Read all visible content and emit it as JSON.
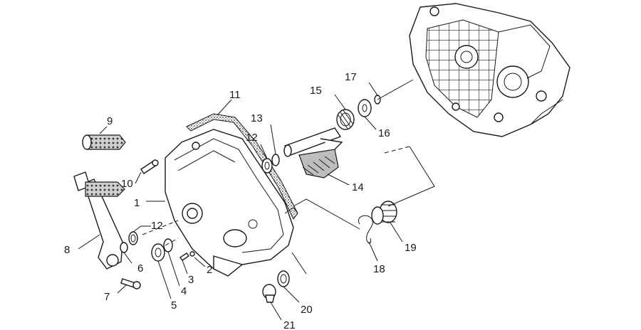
{
  "callouts": [
    "1",
    "2",
    "3",
    "4",
    "5",
    "6",
    "7",
    "8",
    "9",
    "10",
    "11",
    "12",
    "12",
    "13",
    "14",
    "15",
    "16",
    "17",
    "18",
    "19",
    "20",
    "21"
  ],
  "colors": {
    "ink": "#1a1a1a",
    "paper": "#ffffff",
    "shade": "#bdbdbd"
  }
}
